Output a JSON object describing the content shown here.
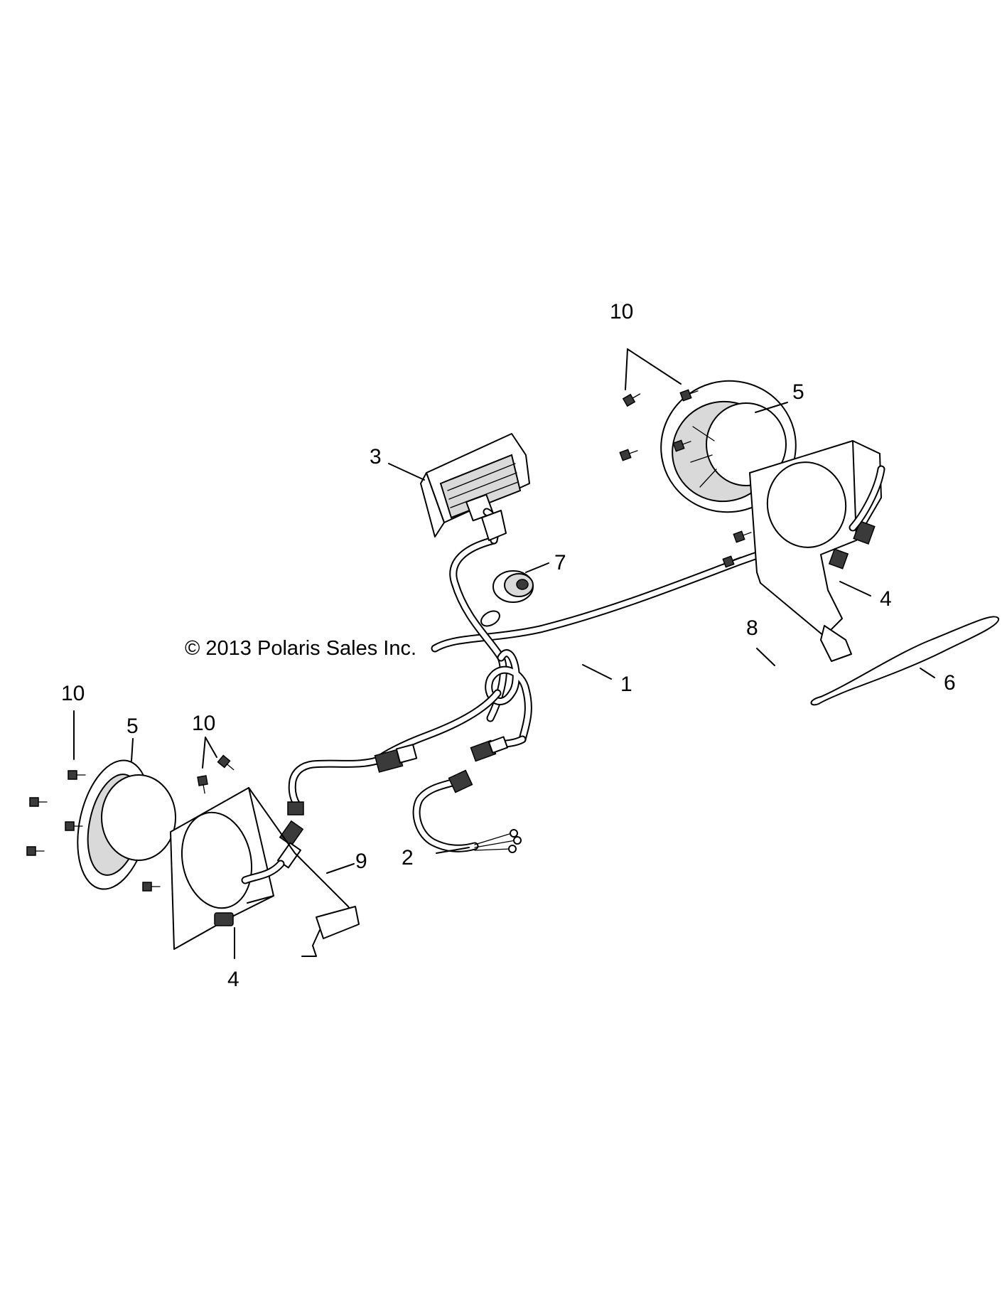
{
  "copyright": "© 2013 Polaris Sales Inc.",
  "callouts": {
    "harness": "1",
    "pigtail": "2",
    "radio_unit": "3",
    "bracket_clip_left": "4",
    "bracket_clip_right": "4",
    "speaker_left": "5",
    "speaker_right": "5",
    "pad_strip": "6",
    "aux_jack": "7",
    "bracket_right": "8",
    "bracket_left": "9",
    "screws_top": "10",
    "screws_left_upper": "10",
    "screws_left_mid": "10"
  }
}
